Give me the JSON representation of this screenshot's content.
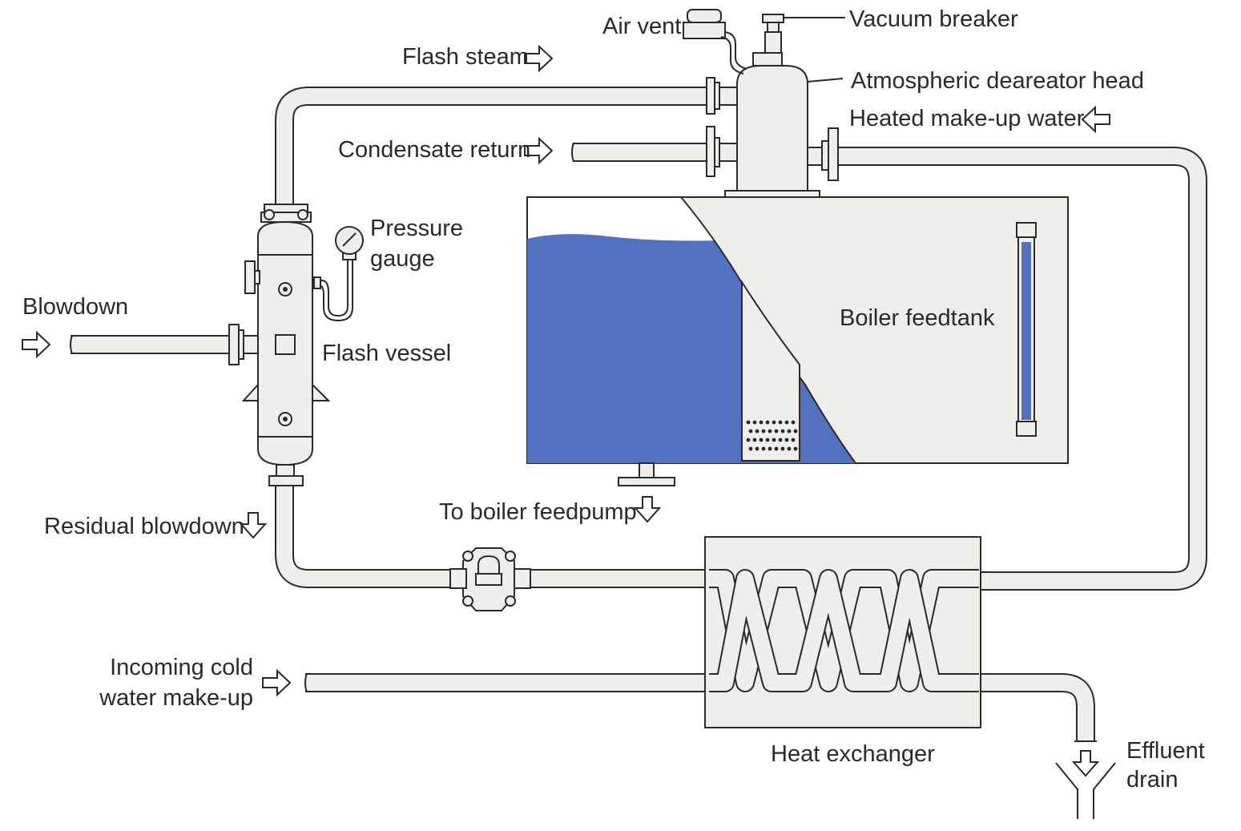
{
  "colors": {
    "water": "#5271c0",
    "metal": "#efefea",
    "stroke": "#2a2a2a"
  },
  "labels": {
    "air_vent": "Air vent",
    "vacuum_breaker": "Vacuum breaker",
    "flash_steam": "Flash steam",
    "atmospheric_deaerator_head": "Atmospheric deareator head",
    "heated_make_up_water": "Heated make-up water",
    "condensate_return": "Condensate return",
    "pressure_gauge": [
      "Pressure",
      "gauge"
    ],
    "blowdown": "Blowdown",
    "flash_vessel": "Flash vessel",
    "boiler_feedtank": "Boiler feedtank",
    "residual_blowdown": "Residual blowdown",
    "to_boiler_feedpump": "To boiler feedpump",
    "incoming_cold_water_make_up": [
      "Incoming cold",
      "water make-up"
    ],
    "heat_exchanger": "Heat exchanger",
    "effluent_drain": [
      "Effluent",
      "drain"
    ]
  }
}
